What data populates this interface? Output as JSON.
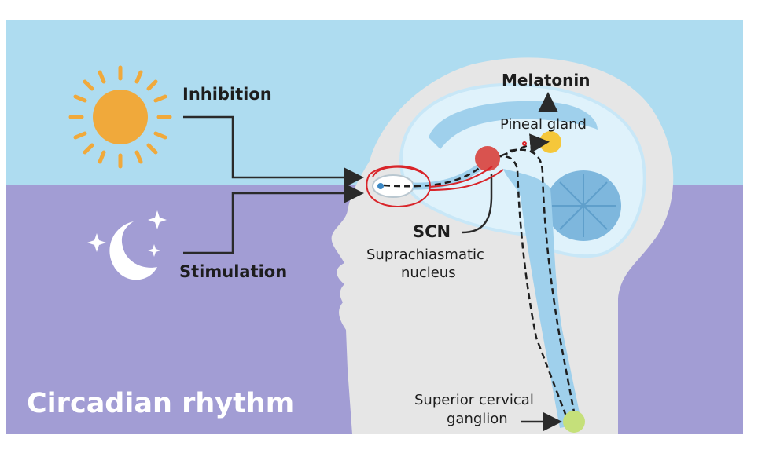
{
  "diagram": {
    "title": "Circadian rhythm",
    "labels": {
      "inhibition": "Inhibition",
      "stimulation": "Stimulation",
      "melatonin": "Melatonin",
      "pineal_gland": "Pineal gland",
      "scn": "SCN",
      "scn_full_line1": "Suprachiasmatic",
      "scn_full_line2": "nucleus",
      "scg_line1": "Superior cervical",
      "scg_line2": "ganglion"
    },
    "colors": {
      "sky": "#aedcf0",
      "night": "#a29dd4",
      "head": "#e6e6e6",
      "brain": "#dff2fb",
      "brain_outline": "#c8e7f7",
      "cerebellum": "#7eb7dd",
      "sun": "#f0a93b",
      "scn_node": "#d9534f",
      "pineal_node": "#f5c73a",
      "ganglion_node": "#c5e07a",
      "annotation": "#d9252a"
    },
    "icons": [
      "sun-icon",
      "moon-stars-icon"
    ]
  }
}
